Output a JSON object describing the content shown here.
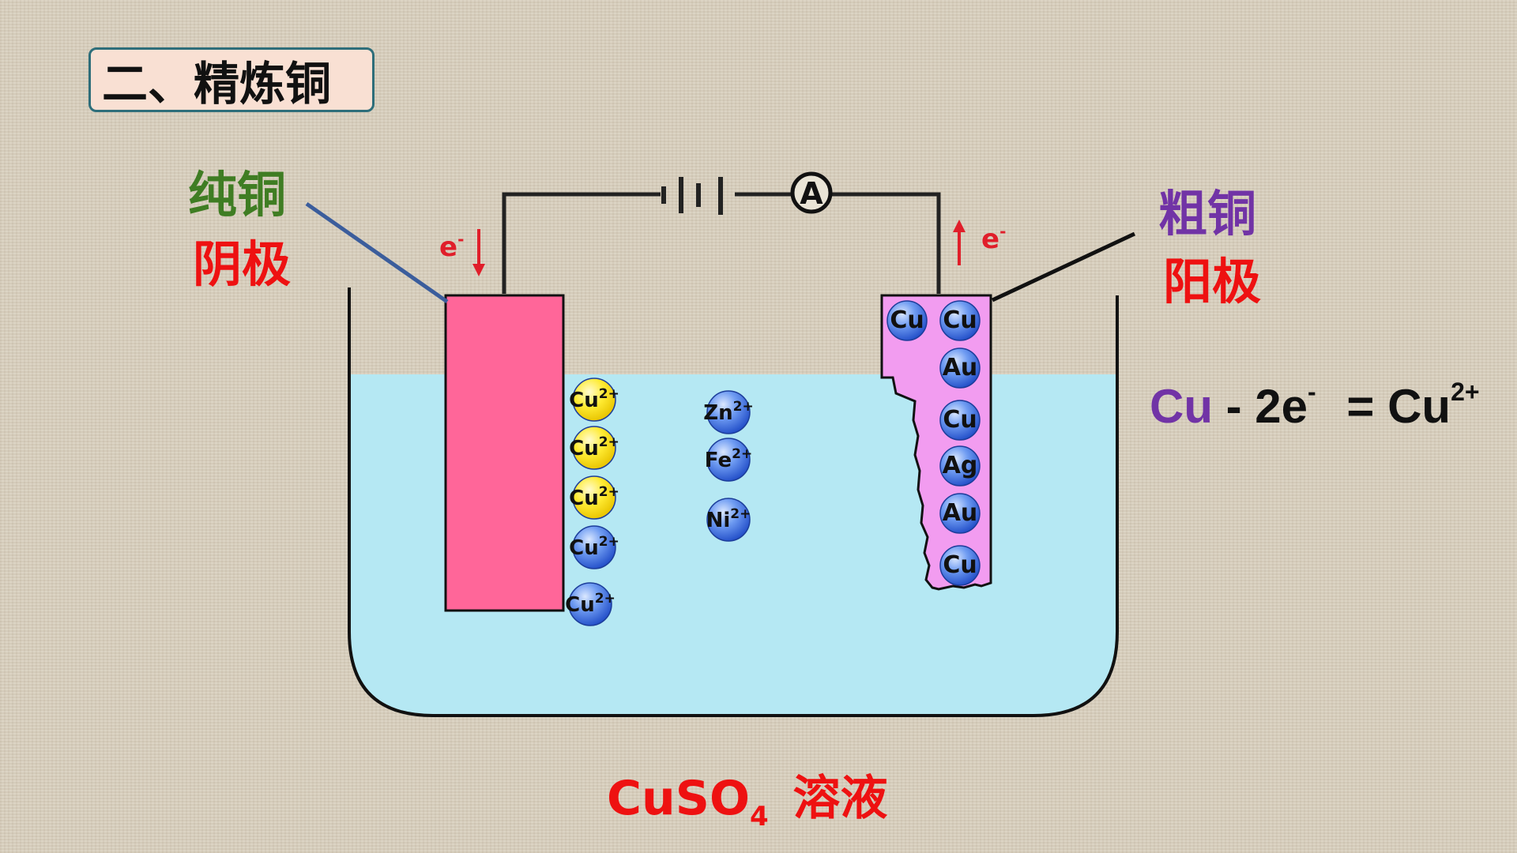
{
  "title": "二、精炼铜",
  "cathode": {
    "material": "纯铜",
    "role": "阴极",
    "electron_label": "e",
    "electron_sup": "-"
  },
  "anode": {
    "material": "粗铜",
    "role": "阳极",
    "electron_label": "e",
    "electron_sup": "-"
  },
  "ammeter_symbol": "A",
  "solution": {
    "formula_main": "CuSO",
    "formula_sub": "4",
    "name": "溶液"
  },
  "equation": {
    "reactant": "Cu",
    "minus": "- 2e",
    "minus_sup": "-",
    "equals": "= Cu",
    "product_sup": "2+"
  },
  "cathode_ions": [
    {
      "label": "Cu",
      "sup": "2+",
      "color": "yellow"
    },
    {
      "label": "Cu",
      "sup": "2+",
      "color": "yellow"
    },
    {
      "label": "Cu",
      "sup": "2+",
      "color": "yellow"
    },
    {
      "label": "Cu",
      "sup": "2+",
      "color": "blue"
    },
    {
      "label": "Cu",
      "sup": "2+",
      "color": "blue"
    }
  ],
  "impurity_ions": [
    {
      "label": "Zn",
      "sup": "2+"
    },
    {
      "label": "Fe",
      "sup": "2+"
    },
    {
      "label": "Ni",
      "sup": "2+"
    }
  ],
  "anode_atoms": [
    "Cu",
    "Cu",
    "Au",
    "Cu",
    "Ag",
    "Au",
    "Cu"
  ],
  "colors": {
    "cathode_plate": "#ff6699",
    "anode_plate": "#f29cf0",
    "solution": "#b5e8f3",
    "ion_blue": "#3a6ee6",
    "ion_yellow": "#ffe400",
    "arrow": "#e01e2a"
  }
}
